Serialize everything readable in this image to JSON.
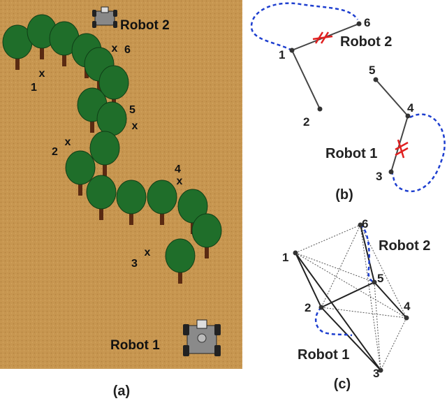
{
  "panel_a": {
    "caption": "(a)",
    "robot1_label": "Robot 1",
    "robot2_label": "Robot 2",
    "waypoints": [
      "1",
      "2",
      "3",
      "4",
      "5",
      "6"
    ],
    "colors": {
      "ground": "#c9974e",
      "tree_canopy": "#1f6e2a",
      "tree_trunk": "#5a2a12",
      "marker": "#5a3a1a"
    }
  },
  "panel_b": {
    "caption": "(b)",
    "robot1_label": "Robot 1",
    "robot2_label": "Robot 2",
    "nodes": [
      "1",
      "2",
      "3",
      "4",
      "5",
      "6"
    ],
    "colors": {
      "path": "#444444",
      "loop": "#1e3fcf",
      "break": "#e02020"
    }
  },
  "panel_c": {
    "caption": "(c)",
    "robot1_label": "Robot 1",
    "robot2_label": "Robot 2",
    "nodes": [
      "1",
      "2",
      "3",
      "4",
      "5",
      "6"
    ],
    "colors": {
      "edge": "#555555",
      "tour": "#222222",
      "loop": "#1e3fcf"
    }
  }
}
